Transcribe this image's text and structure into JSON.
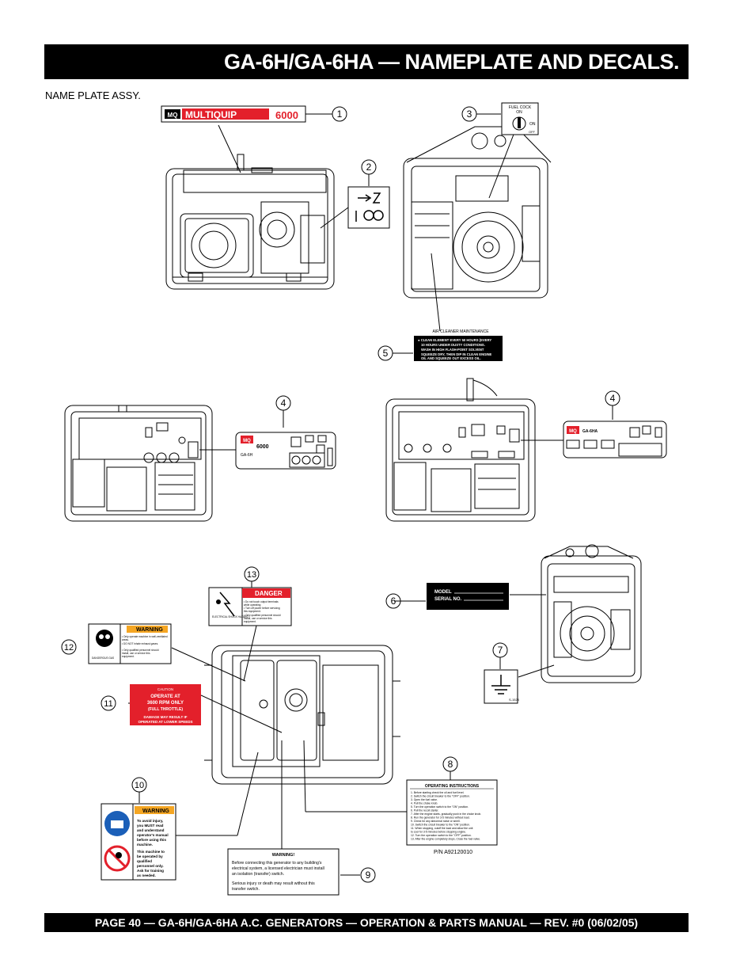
{
  "header": {
    "title": "GA-6H/GA-6HA — NAMEPLATE AND DECALS."
  },
  "section_label": "NAME PLATE  ASSY.",
  "footer": {
    "text": "PAGE 40 — GA-6H/GA-6HA A.C. GENERATORS — OPERATION & PARTS  MANUAL — REV. #0  (06/02/05)"
  },
  "callouts": [
    "1",
    "2",
    "3",
    "4",
    "4",
    "5",
    "6",
    "7",
    "8",
    "9",
    "10",
    "11",
    "12",
    "13"
  ],
  "decals": {
    "nameplate": {
      "logo": "MQ",
      "brand": "MULTIQUIP",
      "model": "6000"
    },
    "fuel_cock": {
      "title": "FUEL COCK",
      "on": "ON",
      "off": "OFF"
    },
    "air_cleaner": {
      "heading": "AIR CLEANER MAINTENANCE",
      "lines": [
        "●  CLEAN ELEMENT EVERY 50 HOURS (EVERY",
        "10 HOURS UNDER DUSTY CONDITIONS.",
        "WASH IN HIGH FLASH-POINT SOLVENT",
        "SQUEEZE DRY, THEN DIP IN CLEAN ENGINE",
        "OIL AND SQUEEZE OUT EXCESS OIL."
      ]
    },
    "panel_ga6h": {
      "model": "6000",
      "label": "GA-6H"
    },
    "panel_ga6ha": {
      "label": "GA-6HA"
    },
    "model_serial": {
      "model": "MODEL",
      "serial": "SERIAL NO."
    },
    "ground": {
      "part": "S-1523"
    },
    "danger": {
      "word": "DANGER",
      "lines": [
        "• Do not touch output terminals",
        "  while operating",
        "• Turn off power before servicing",
        "  this equipment.",
        "• Only qualified personnel should",
        "  install, use or service this",
        "  equipment."
      ],
      "caption": "ELECTRICAL SHOCK HAZARD"
    },
    "warning_breathe": {
      "word": "WARNING",
      "lines": [
        "• Only operate machine in well-ventilated",
        "  areas.",
        "• DO NOT inhale exhaust gases.",
        "",
        "• Only qualified personnel should",
        "  install, use or service this",
        "  equipment."
      ],
      "caption": "DANGEROUS GAS"
    },
    "caution_rpm": {
      "caution": "CAUTION",
      "lines": [
        "OPERATE AT",
        "3600 RPM ONLY",
        "(FULL THROTTLE)",
        "",
        "DAMAGE MAY RESULT IF",
        "OPERATED AT LOWER SPEEDS"
      ]
    },
    "warning_manual": {
      "word": "WARNING",
      "lines": [
        "To avoid injury,",
        "you MUST read",
        "and understand",
        "operator's manual",
        "before using this",
        "machine.",
        "",
        "This machine to",
        "be operated by",
        "qualified",
        "personnel only.",
        "Ask for training",
        "as needed."
      ]
    },
    "operating_instructions": {
      "title": "OPERATING INSTRUCTIONS",
      "steps": [
        "1. Before starting check the oil and fuel level.",
        "2. Switch the circuit breaker to the \"OFF\" position.",
        "3. Open the fuel valve.",
        "4. Pull the choke knob.",
        "5. Turn the operation switch to the \"ON\" position.",
        "6. Pull the recoil starter.",
        "7. After the engine starts, gradually push in the choke knob.",
        "8. Run the generator for 3-5 minutes without load.",
        "9. Check for any abnormal noise or smell.",
        "10. Switch the circuit breaker to the \"ON\" position.",
        "11. When stopping, cutoff the load and allow the unit",
        "    to cool for 3-5 minutes before stopping engine.",
        "12. Turn the operation switch to the \"OFF\" position.",
        "13. After the engine completely stops, Close the fuel valve."
      ],
      "part_number": "P/N A92120010"
    },
    "warning_transfer": {
      "title": "WARNING!",
      "lines": [
        "Before connecting this generator to any building's",
        "electrical system, a licensed electrician must install",
        "an isolation (transfer) switch.",
        "",
        "Serious injury or death may result without this",
        "transfer switch."
      ]
    }
  }
}
